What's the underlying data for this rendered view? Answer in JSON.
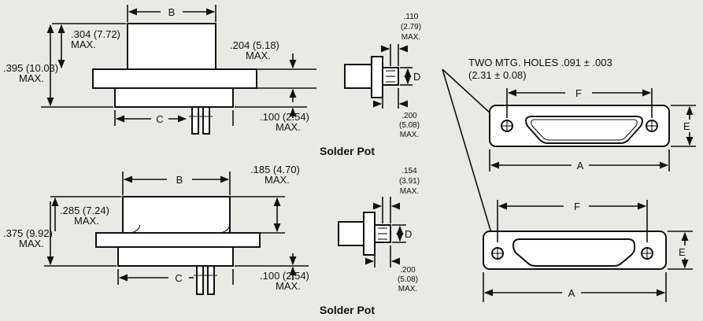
{
  "upper_left": {
    "label_b": "B",
    "label_c": "C",
    "dim_304": ".304 (7.72)",
    "dim_304_max": "MAX.",
    "dim_395": ".395 (10.03)",
    "dim_395_max": "MAX.",
    "dim_204": ".204 (5.18)",
    "dim_204_max": "MAX.",
    "dim_100": ".100 (2.54)",
    "dim_100_max": "MAX."
  },
  "upper_mid": {
    "dim_110": ".110",
    "dim_110_mm": "(2.79)",
    "dim_110_max": "MAX.",
    "label_d": "D",
    "dim_200": ".200",
    "dim_200_mm": "(5.08)",
    "dim_200_max": "MAX.",
    "caption": "Solder Pot"
  },
  "lower_left": {
    "label_b": "B",
    "label_c": "C",
    "dim_185": ".185 (4.70)",
    "dim_185_max": "MAX.",
    "dim_285": ".285 (7.24)",
    "dim_285_max": "MAX.",
    "dim_375": ".375 (9.92)",
    "dim_375_max": "MAX.",
    "dim_100": ".100 (2.54)",
    "dim_100_max": "MAX."
  },
  "lower_mid": {
    "dim_154": ".154",
    "dim_154_mm": "(3.91)",
    "dim_154_max": "MAX.",
    "label_d": "D",
    "dim_200": ".200",
    "dim_200_mm": "(5.08)",
    "dim_200_max": "MAX.",
    "caption": "Solder Pot"
  },
  "right": {
    "holes_line1": "TWO MTG. HOLES .091 ± .003",
    "holes_line2": "(2.31 ± 0.08)",
    "upper_f": "F",
    "upper_e": "E",
    "upper_a": "A",
    "lower_f": "F",
    "lower_e": "E",
    "lower_a": "A"
  }
}
